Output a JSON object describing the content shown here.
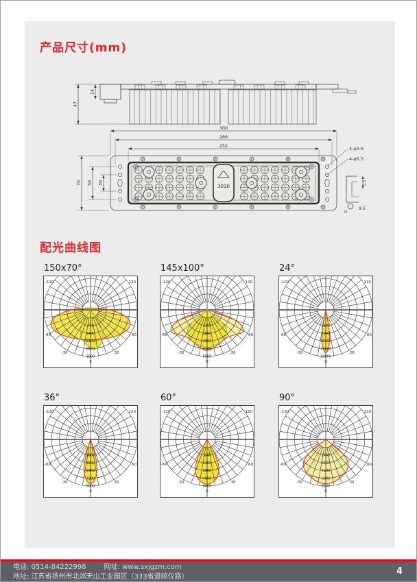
{
  "page": {
    "panel_background": "#ececec",
    "accent_color": "#e8262a",
    "footer_background": "#5d6166",
    "footer_line_color": "#e60012"
  },
  "sections": {
    "dimensions_title": "产品尺寸(mm)",
    "photometric_title": "配光曲线图"
  },
  "drawing": {
    "side_view": {
      "total_height": "47",
      "bracket_height": "14"
    },
    "front_view": {
      "width_dims": [
        "300",
        "286",
        "252"
      ],
      "height_dims": [
        "70",
        "50",
        "30"
      ],
      "hole_labels": [
        "4-φ3.6",
        "4-φ5.5"
      ],
      "side_profile_dims": [
        "5.5",
        "9.5"
      ],
      "chip_label": "3030"
    }
  },
  "footer": {
    "phone": "电话: 0514-84222998",
    "website": "网址: www.sxjgzm.com",
    "address": "地址: 江苏省扬州市北郊天山工业园区（333省道邮仪路）",
    "page_number": "4"
  },
  "chart_data": [
    {
      "type": "polar",
      "label": "150x70°",
      "angle_labels": [
        "-120",
        "120",
        "-60",
        "60",
        "-30",
        "30",
        "0"
      ],
      "ring_values": [
        "700",
        "1400",
        "2100",
        "2800",
        "3500"
      ],
      "lobes": [
        {
          "kind": "ellipse",
          "ex": 0,
          "ey": 0.3,
          "rx": 0.85,
          "ry": 0.34,
          "fill": "#f3e652",
          "stroke": "#e63a2e"
        },
        {
          "kind": "petal",
          "fill": "#f1e23c",
          "stroke": "#8ab54d",
          "points": [
            [
              -36,
              0.02
            ],
            [
              -32,
              0.28
            ],
            [
              -25,
              0.5
            ],
            [
              -16,
              0.65
            ],
            [
              -6,
              0.76
            ],
            [
              4,
              0.84
            ],
            [
              12,
              0.82
            ],
            [
              20,
              0.72
            ],
            [
              28,
              0.56
            ],
            [
              34,
              0.32
            ],
            [
              38,
              0.02
            ]
          ]
        }
      ]
    },
    {
      "type": "polar",
      "label": "145x100°",
      "angle_labels": [
        "-120",
        "120",
        "-60",
        "60",
        "-30",
        "30",
        "0"
      ],
      "ring_values": [
        "1300",
        "2600",
        "3900",
        "5200",
        "6500"
      ],
      "lobes": [
        {
          "kind": "petal",
          "fill": "#f8f0a2",
          "stroke": "#e63a2e",
          "points": [
            [
              -76,
              0.03
            ],
            [
              -72,
              0.5
            ],
            [
              -66,
              0.8
            ],
            [
              -58,
              0.9
            ],
            [
              -48,
              0.8
            ],
            [
              -35,
              0.73
            ],
            [
              -20,
              0.77
            ],
            [
              -10,
              0.83
            ],
            [
              0,
              0.87
            ],
            [
              10,
              0.83
            ],
            [
              20,
              0.77
            ],
            [
              35,
              0.73
            ],
            [
              48,
              0.8
            ],
            [
              58,
              0.9
            ],
            [
              66,
              0.8
            ],
            [
              72,
              0.5
            ],
            [
              76,
              0.03
            ]
          ]
        },
        {
          "kind": "petal",
          "fill": "#f1e23c",
          "stroke": "#8ab54d",
          "points": [
            [
              -54,
              0.02
            ],
            [
              -50,
              0.4
            ],
            [
              -44,
              0.6
            ],
            [
              -34,
              0.7
            ],
            [
              -22,
              0.75
            ],
            [
              -10,
              0.79
            ],
            [
              0,
              0.81
            ],
            [
              10,
              0.79
            ],
            [
              22,
              0.75
            ],
            [
              34,
              0.7
            ],
            [
              44,
              0.6
            ],
            [
              50,
              0.4
            ],
            [
              54,
              0.02
            ]
          ]
        }
      ]
    },
    {
      "type": "polar",
      "label": "24°",
      "angle_labels": [
        "-120",
        "120",
        "-60",
        "60",
        "-30",
        "30",
        "0"
      ],
      "ring_values": [
        "3600",
        "7200",
        "10800",
        "14400",
        "18000"
      ],
      "lobes": [
        {
          "kind": "petal",
          "fill": "#f1e23c",
          "stroke": "#e63a2e",
          "points": [
            [
              -13,
              0.02
            ],
            [
              -11,
              0.28
            ],
            [
              -9,
              0.5
            ],
            [
              -6,
              0.72
            ],
            [
              -3,
              0.86
            ],
            [
              0,
              0.92
            ],
            [
              3,
              0.86
            ],
            [
              6,
              0.72
            ],
            [
              9,
              0.5
            ],
            [
              11,
              0.28
            ],
            [
              13,
              0.02
            ]
          ]
        }
      ]
    },
    {
      "type": "polar",
      "label": "36°",
      "angle_labels": [
        "-120",
        "120",
        "-60",
        "60",
        "-30",
        "30",
        "0"
      ],
      "ring_values": [
        "1800",
        "3600",
        "5400",
        "7200",
        "9000"
      ],
      "lobes": [
        {
          "kind": "petal",
          "fill": "#f1e23c",
          "stroke": "#e63a2e",
          "points": [
            [
              -19,
              0.02
            ],
            [
              -17,
              0.3
            ],
            [
              -14,
              0.55
            ],
            [
              -10,
              0.75
            ],
            [
              -5,
              0.89
            ],
            [
              0,
              0.95
            ],
            [
              5,
              0.89
            ],
            [
              10,
              0.75
            ],
            [
              14,
              0.55
            ],
            [
              17,
              0.3
            ],
            [
              19,
              0.02
            ]
          ]
        }
      ]
    },
    {
      "type": "polar",
      "label": "60°",
      "angle_labels": [
        "-120",
        "120",
        "-60",
        "60",
        "-30",
        "30",
        "0"
      ],
      "ring_values": [
        "1200",
        "2400",
        "3600",
        "4800",
        "6000"
      ],
      "lobes": [
        {
          "kind": "petal",
          "fill": "#f1e23c",
          "stroke": "#e63a2e",
          "points": [
            [
              -31,
              0.02
            ],
            [
              -28,
              0.35
            ],
            [
              -24,
              0.6
            ],
            [
              -18,
              0.78
            ],
            [
              -10,
              0.9
            ],
            [
              0,
              0.96
            ],
            [
              10,
              0.9
            ],
            [
              18,
              0.78
            ],
            [
              24,
              0.6
            ],
            [
              28,
              0.35
            ],
            [
              31,
              0.02
            ]
          ]
        }
      ]
    },
    {
      "type": "polar",
      "label": "90°",
      "angle_labels": [
        "-120",
        "120",
        "-60",
        "60",
        "-30",
        "30",
        "0"
      ],
      "ring_values": [
        "1700",
        "3400",
        "5100",
        "6800",
        "8500"
      ],
      "lobes": [
        {
          "kind": "petal",
          "fill": "#f6eda0",
          "stroke": "#e63a2e",
          "points": [
            [
              -55,
              0.02
            ],
            [
              -52,
              0.35
            ],
            [
              -48,
              0.58
            ],
            [
              -42,
              0.72
            ],
            [
              -34,
              0.8
            ],
            [
              -24,
              0.86
            ],
            [
              -12,
              0.92
            ],
            [
              0,
              0.95
            ],
            [
              12,
              0.92
            ],
            [
              24,
              0.86
            ],
            [
              34,
              0.8
            ],
            [
              42,
              0.72
            ],
            [
              48,
              0.58
            ],
            [
              52,
              0.35
            ],
            [
              55,
              0.02
            ]
          ]
        }
      ]
    }
  ]
}
